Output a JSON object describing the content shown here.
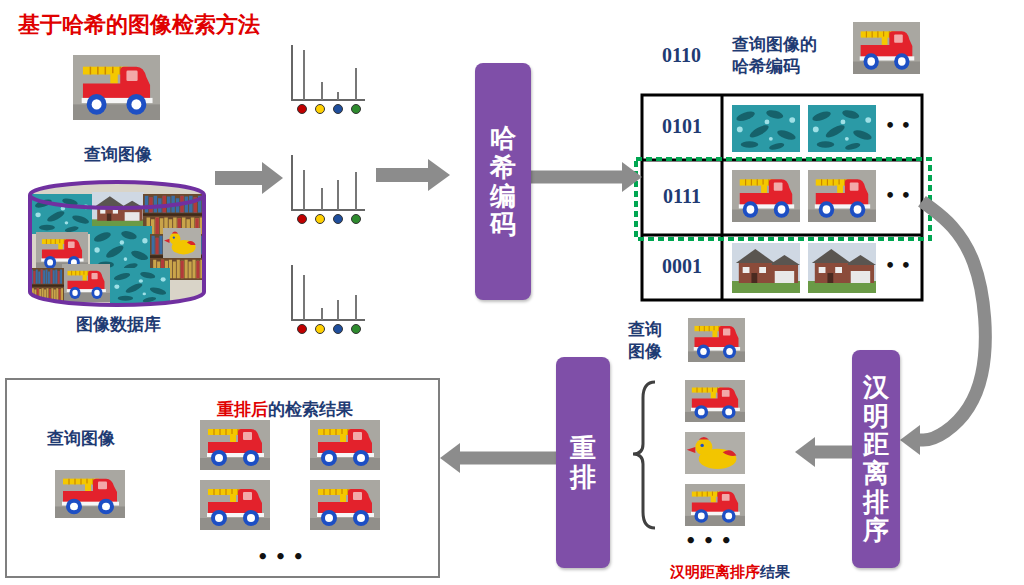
{
  "diagram": {
    "title": "基于哈希的图像检索方法",
    "nodes": [
      {
        "text": [
          "图像数据库"
        ]
      },
      {
        "text": [
          "哈希编码"
        ]
      },
      {
        "text": [
          "0101",
          "• •"
        ]
      },
      {
        "text": [
          "0111",
          "• •"
        ]
      },
      {
        "text": [
          "0001",
          "• •"
        ]
      },
      {
        "text": [
          "汉明距离排序"
        ]
      },
      {
        "text": [
          "• • •",
          "汉明距离排序",
          "结果"
        ]
      },
      {
        "text": [
          "重排"
        ]
      },
      {
        "text": [
          "查询图像",
          "重排后",
          "的检索结果",
          "• • •"
        ]
      }
    ],
    "edges": [
      {
        "from": 1,
        "to": 3,
        "arrow": "to"
      },
      {
        "from": 3,
        "to": 5,
        "arrow": "to"
      },
      {
        "from": 5,
        "to": 6,
        "arrow": "to"
      },
      {
        "from": 7,
        "to": 8,
        "arrow": "to"
      }
    ],
    "labels": [
      "查询图像",
      "0110",
      "查询图像的哈希编码",
      "查询图像"
    ]
  }
}
